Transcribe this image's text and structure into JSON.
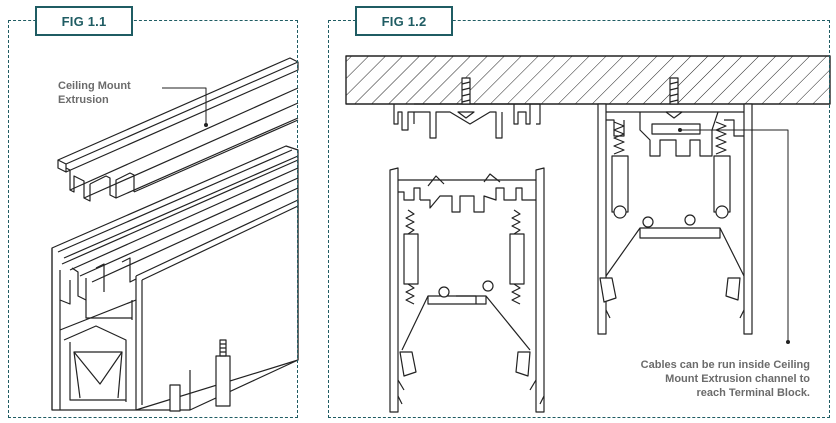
{
  "figures": [
    {
      "tag": "FIG 1.1",
      "annotation_lines": [
        "Ceiling Mount",
        "Extrusion"
      ]
    },
    {
      "tag": "FIG 1.2",
      "annotation_lines": [
        "Cables can be run inside Ceiling",
        "Mount Extrusion channel to",
        "reach Terminal Block."
      ]
    }
  ],
  "colors": {
    "frame": "#1f5c63",
    "line": "#222222",
    "label": "#6b6b6b"
  }
}
